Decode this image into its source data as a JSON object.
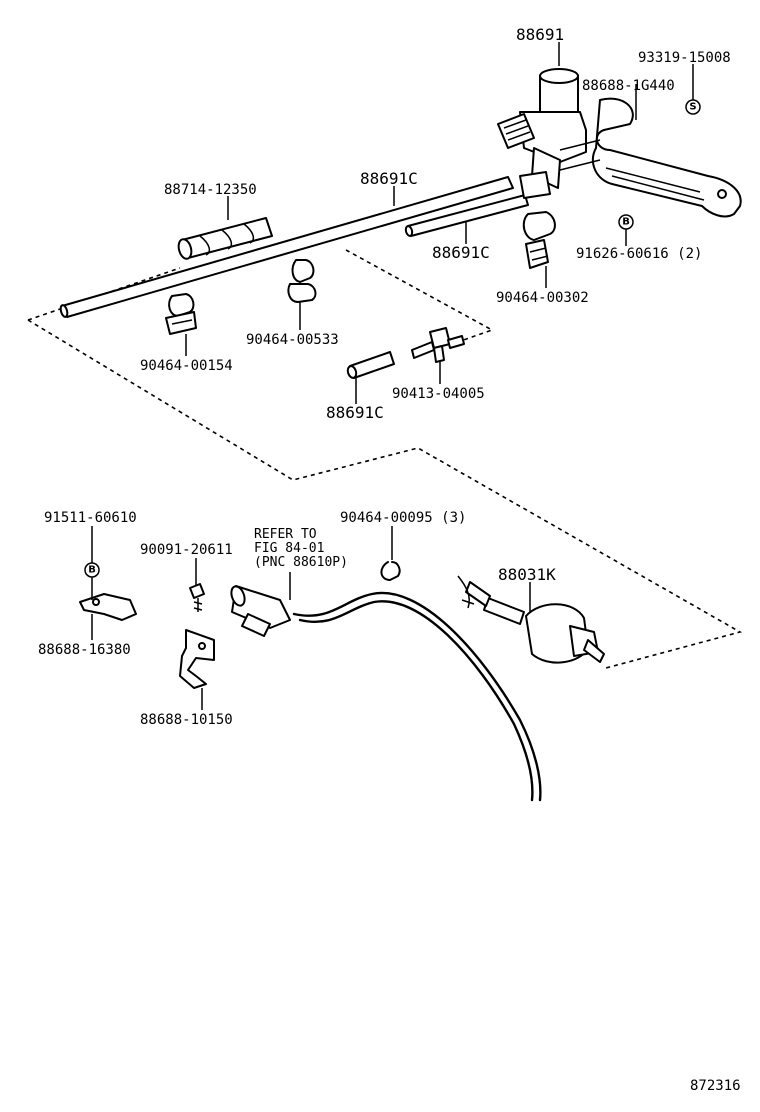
{
  "labels": {
    "p88691_top": "88691",
    "p93319": "93319-15008",
    "p88688_1g440": "88688-1G440",
    "p88714": "88714-12350",
    "p88691c_a": "88691C",
    "p88691c_b": "88691C",
    "p91626": "91626-60616 (2)",
    "p90464_00302": "90464-00302",
    "p90464_00533": "90464-00533",
    "p90464_00154": "90464-00154",
    "p90413": "90413-04005",
    "p88691c_c": "88691C",
    "p91511": "91511-60610",
    "p90091": "90091-20611",
    "refer_line1": "REFER TO",
    "refer_line2": "FIG 84-01",
    "refer_line3": "(PNC 88610P)",
    "p90464_00095": "90464-00095 (3)",
    "p88031k": "88031K",
    "p88688_16380": "88688-16380",
    "p88688_10150": "88688-10150",
    "figure_no": "872316"
  },
  "symbols": {
    "s_mark": "S",
    "b_mark_a": "B",
    "b_mark_b": "B"
  }
}
